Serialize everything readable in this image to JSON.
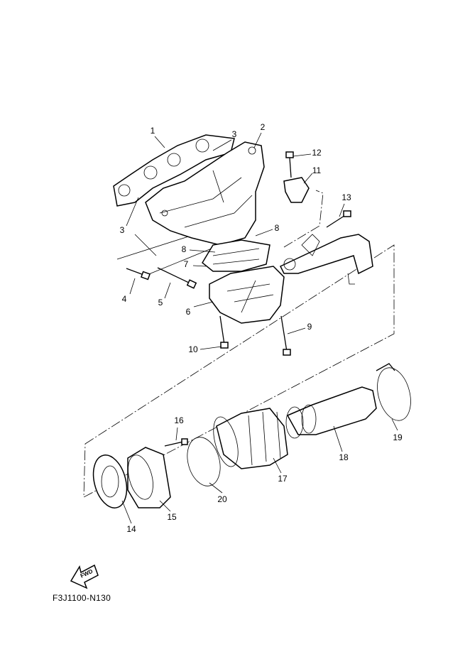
{
  "diagram_code": "F3J1100-N130",
  "fwd_arrow_label": "FWD",
  "callouts": [
    "1",
    "2",
    "3",
    "3",
    "4",
    "5",
    "6",
    "7",
    "8",
    "8",
    "9",
    "10",
    "11",
    "12",
    "13",
    "14",
    "15",
    "16",
    "17",
    "18",
    "19",
    "20"
  ]
}
